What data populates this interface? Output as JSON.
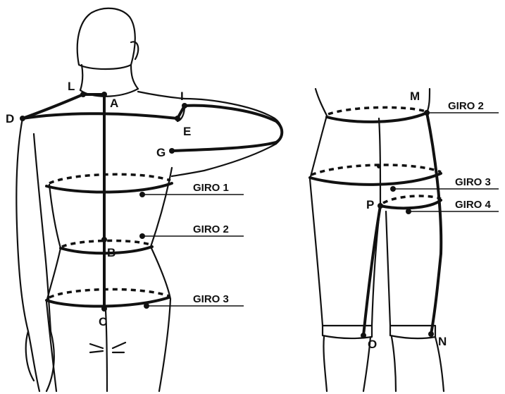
{
  "back_figure": {
    "points": {
      "L": "L",
      "A": "A",
      "I": "I",
      "D": "D",
      "E": "E",
      "G": "G",
      "B": "B",
      "C": "C"
    },
    "giros": {
      "g1": "GIRO 1",
      "g2": "GIRO 2",
      "g3": "GIRO 3"
    }
  },
  "legs_figure": {
    "points": {
      "M": "M",
      "P": "P",
      "O": "O",
      "N": "N"
    },
    "giros": {
      "g2": "GIRO 2",
      "g3": "GIRO 3",
      "g4": "GIRO 4"
    }
  }
}
